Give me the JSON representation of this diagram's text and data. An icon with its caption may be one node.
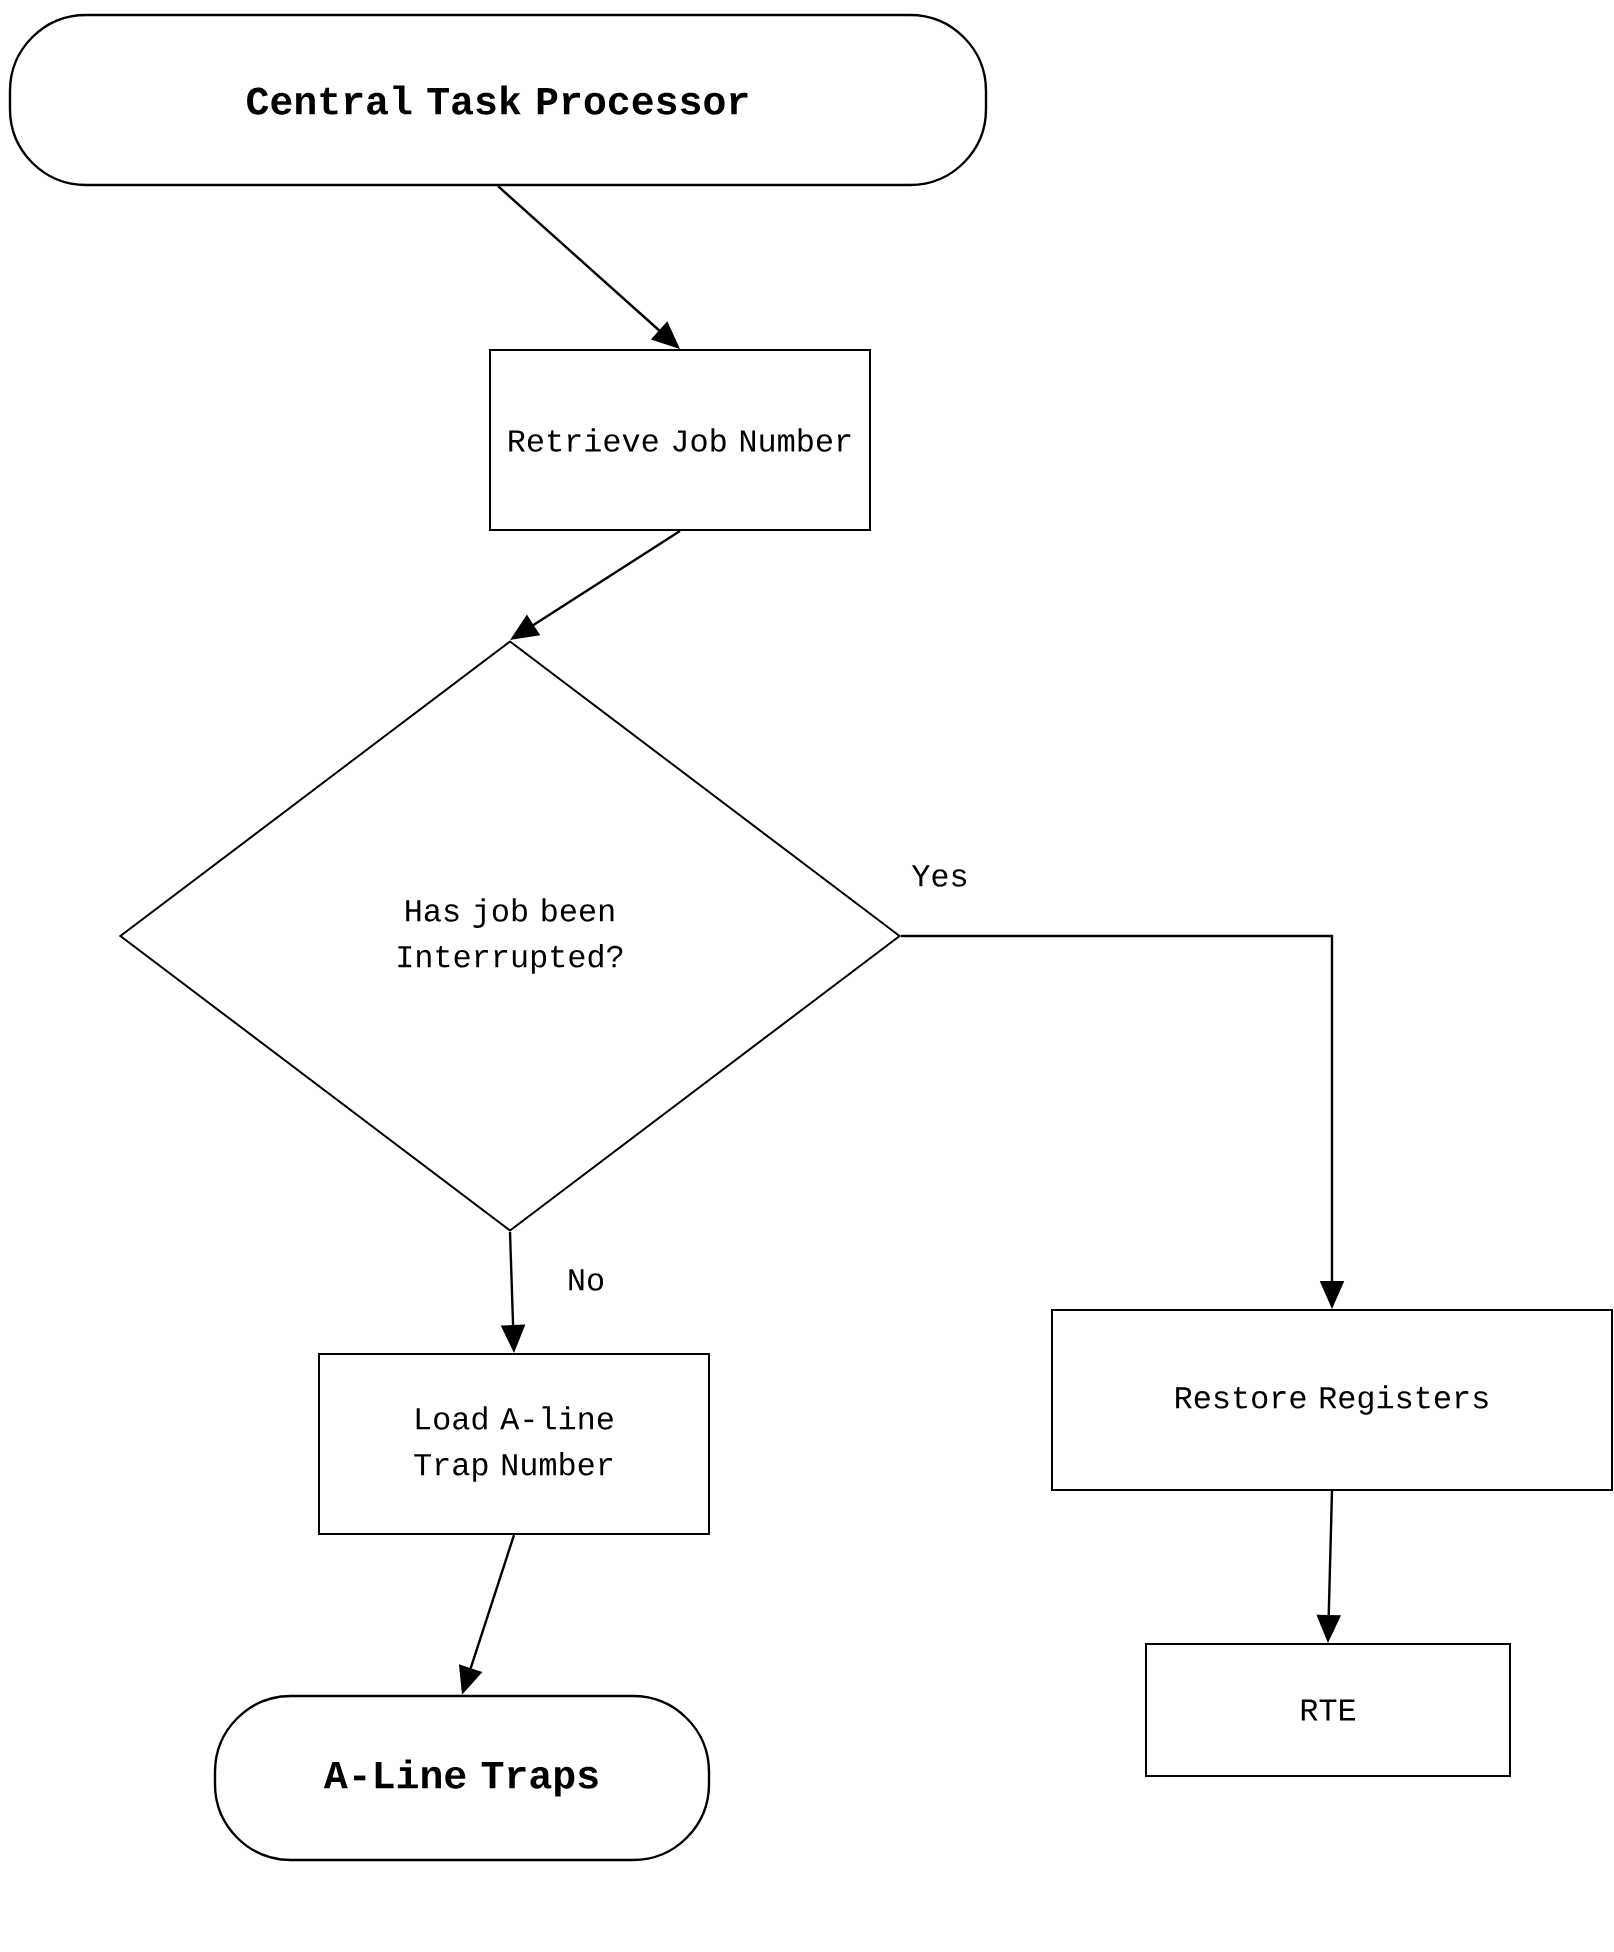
{
  "diagram": {
    "nodes": [
      {
        "text": [
          "Central Task Processor"
        ]
      },
      {
        "text": [
          "Retrieve Job Number"
        ]
      },
      {
        "text": [
          "Has job been Interrupted?"
        ]
      },
      {
        "text": [
          "Load A-line Trap Number"
        ]
      },
      {
        "text": [
          "A-Line Traps"
        ]
      },
      {
        "text": [
          "Restore Registers"
        ]
      },
      {
        "text": [
          "RTE"
        ]
      }
    ],
    "edges": [
      {
        "from": 0,
        "to": 1,
        "arrow": "to"
      },
      {
        "from": 1,
        "to": 2,
        "arrow": "to"
      },
      {
        "from": 2,
        "to": 3,
        "arrow": "to",
        "label": "No"
      },
      {
        "from": 2,
        "to": 5,
        "arrow": "to",
        "label": "Yes"
      },
      {
        "from": 5,
        "to": 6,
        "arrow": "to"
      },
      {
        "from": 3,
        "to": 4,
        "arrow": "to"
      }
    ]
  }
}
